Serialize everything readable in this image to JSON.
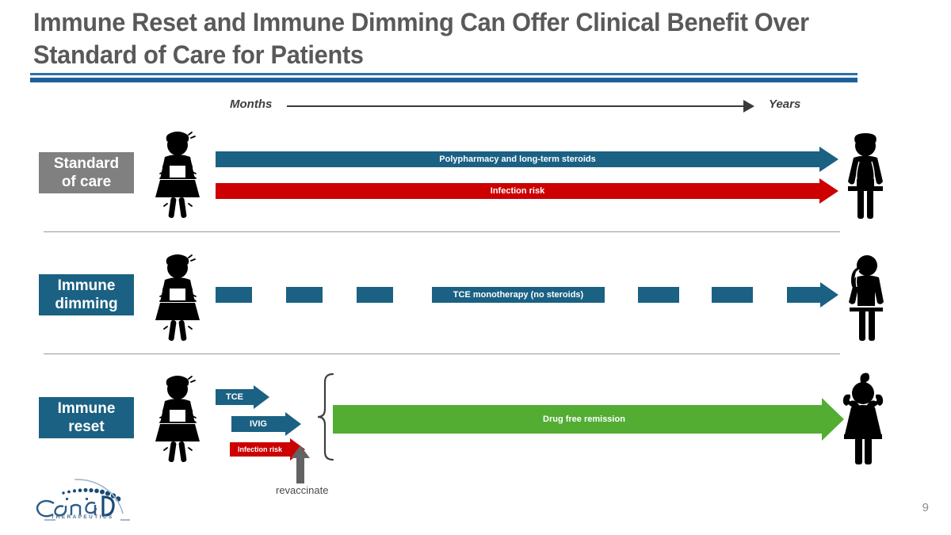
{
  "slide": {
    "title": "Immune Reset and Immune Dimming Can Offer Clinical Benefit Over Standard of Care for Patients",
    "page_number": "9",
    "colors": {
      "title_gray": "#595959",
      "rule_light_blue": "#2f6fa8",
      "rule_dark_blue": "#1f5f99",
      "teal_blue": "#1b6183",
      "red": "#cc0000",
      "green": "#52ad32",
      "gray_label": "#808080",
      "gray_arrow": "#636363"
    }
  },
  "timeline_axis": {
    "start_label": "Months",
    "end_label": "Years"
  },
  "rows": [
    {
      "id": "standard-of-care",
      "label": "Standard\nof care",
      "label_line1": "Standard",
      "label_line2": "of care",
      "label_style": "grey",
      "patient_left": "sick-girl-pictogram",
      "patient_right": "standing-woman-pictogram",
      "bars": [
        {
          "text": "Polypharmacy and long-term steroids",
          "color": "#1b6183",
          "kind": "arrow"
        },
        {
          "text": "Infection risk",
          "color": "#cc0000",
          "kind": "arrow"
        }
      ]
    },
    {
      "id": "immune-dimming",
      "label_line1": "Immune",
      "label_line2": "dimming",
      "label_style": "blue",
      "patient_left": "sick-girl-pictogram",
      "patient_right": "standing-woman-ponytail-pictogram",
      "bars": [
        {
          "text": "TCE monotherapy (no steroids)",
          "color": "#1b6183",
          "kind": "dashed-arrow"
        }
      ],
      "dash_count": 6
    },
    {
      "id": "immune-reset",
      "label_line1": "Immune",
      "label_line2": "reset",
      "label_style": "blue",
      "patient_left": "sick-girl-pictogram",
      "patient_right": "happy-woman-arms-up-pictogram",
      "bars": [
        {
          "text": "TCE",
          "color": "#1b6183",
          "kind": "arrow"
        },
        {
          "text": "IVIG",
          "color": "#1b6183",
          "kind": "arrow"
        },
        {
          "text": "Infection risk",
          "color": "#cc0000",
          "kind": "arrow"
        },
        {
          "text": "Drug free remission",
          "color": "#52ad32",
          "kind": "arrow"
        }
      ],
      "annotation": "revaccinate"
    }
  ],
  "logo": {
    "wordmark": "CandiD",
    "tagline": "THERAPEUTICS"
  }
}
